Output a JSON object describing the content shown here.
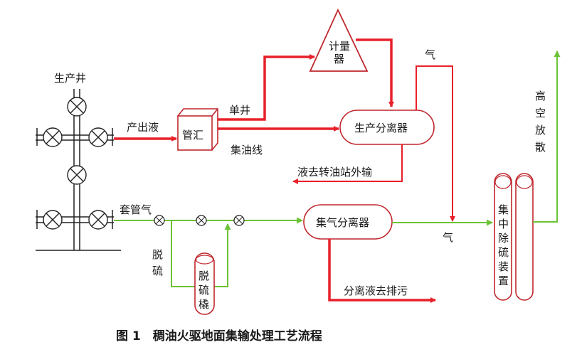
{
  "labels": {
    "production_well": "生产井",
    "produced_fluid": "产出液",
    "manifold": "管汇",
    "single_well": "单井",
    "gathering_line": "集油线",
    "meter_line1": "计量",
    "meter_line2": "器",
    "gas_top": "气",
    "production_separator": "生产分离器",
    "liquid_to_transfer": "液去转油站外输",
    "casing_gas": "套管气",
    "desulfurize_1": "脱",
    "desulfurize_2": "硫",
    "desulf_tank_1": "脱",
    "desulf_tank_2": "硫",
    "desulf_tank_3": "橇",
    "gas_separator": "集气分离器",
    "gas_mid": "气",
    "separated_liquid": "分离液去排污",
    "central_desulf_1": "集",
    "central_desulf_2": "中",
    "central_desulf_3": "除",
    "central_desulf_4": "硫",
    "central_desulf_5": "装",
    "central_desulf_6": "置",
    "vent_1": "高",
    "vent_2": "空",
    "vent_3": "放",
    "vent_4": "散"
  },
  "caption": "图 1　稠油火驱地面集输处理工艺流程",
  "colors": {
    "oil_line": "#e8202a",
    "gas_line": "#6cc235",
    "equipment": "#c0272d",
    "ink": "#1a1a1a"
  }
}
